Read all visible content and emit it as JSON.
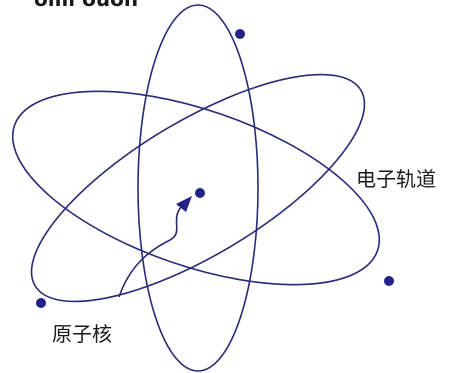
{
  "labels": {
    "orbit": "电子轨道",
    "nucleus": "原子核",
    "top_partial": "ollil ouon"
  },
  "colors": {
    "stroke": "#2a2a7a",
    "dot": "#22228a",
    "text": "#1a1a1a"
  }
}
